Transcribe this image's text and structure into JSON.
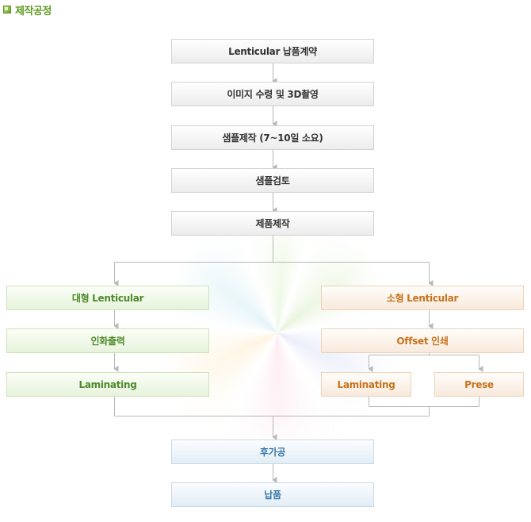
{
  "header": {
    "title": "제작공정"
  },
  "steps": {
    "contract": "Lenticular 납품계약",
    "image": "이미지 수령 및 3D촬영",
    "sample_make": "샘플제작 (7~10일 소요)",
    "sample_review": "샘플검토",
    "production": "제품제작",
    "large": "대형 Lenticular",
    "large_print": "인화출력",
    "large_laminate": "Laminating",
    "small": "소형 Lenticular",
    "small_print": "Offset 인쇄",
    "small_laminate": "Laminating",
    "small_press": "Prese",
    "post": "후가공",
    "delivery": "납품"
  },
  "colors": {
    "header": "#5e9a21",
    "grey_text": "#333333",
    "green_text": "#4e8a2a",
    "orange_text": "#c6731e",
    "blue_text": "#3a79a7",
    "connector": "#b8b8b8"
  }
}
